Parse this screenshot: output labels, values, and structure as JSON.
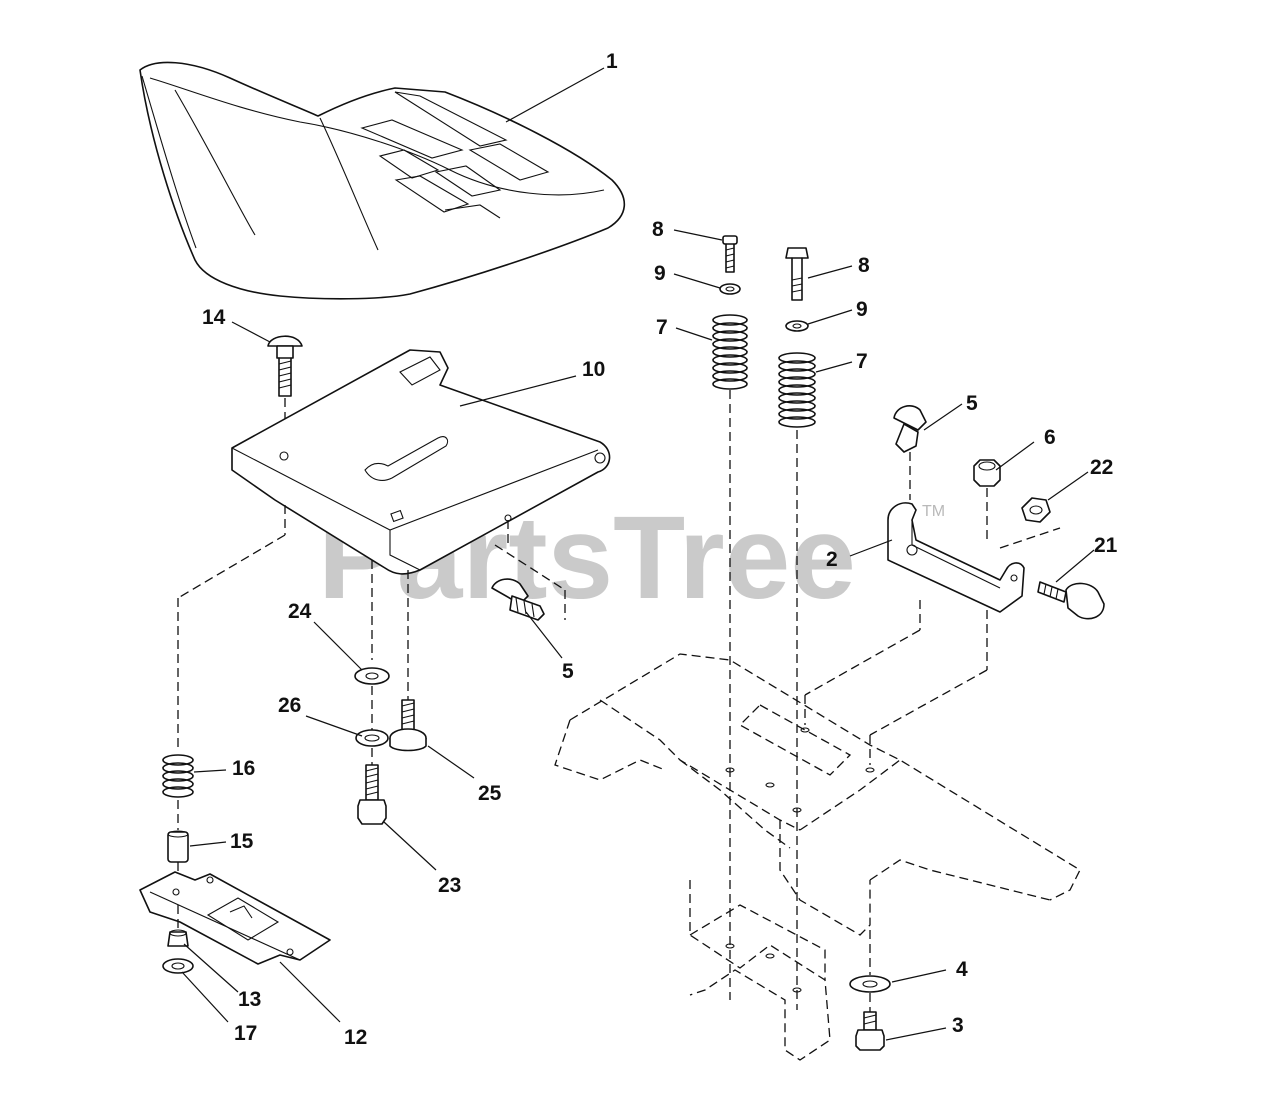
{
  "watermark": {
    "brand": "PartsTree",
    "trademark": "TM"
  },
  "callouts": [
    {
      "id": "c1",
      "label": "1"
    },
    {
      "id": "c14",
      "label": "14"
    },
    {
      "id": "c10",
      "label": "10"
    },
    {
      "id": "c8a",
      "label": "8"
    },
    {
      "id": "c9a",
      "label": "9"
    },
    {
      "id": "c7a",
      "label": "7"
    },
    {
      "id": "c8b",
      "label": "8"
    },
    {
      "id": "c9b",
      "label": "9"
    },
    {
      "id": "c7b",
      "label": "7"
    },
    {
      "id": "c5a",
      "label": "5"
    },
    {
      "id": "c6",
      "label": "6"
    },
    {
      "id": "c22",
      "label": "22"
    },
    {
      "id": "c2",
      "label": "2"
    },
    {
      "id": "c21",
      "label": "21"
    },
    {
      "id": "c5b",
      "label": "5"
    },
    {
      "id": "c24",
      "label": "24"
    },
    {
      "id": "c26",
      "label": "26"
    },
    {
      "id": "c25",
      "label": "25"
    },
    {
      "id": "c16",
      "label": "16"
    },
    {
      "id": "c15",
      "label": "15"
    },
    {
      "id": "c23",
      "label": "23"
    },
    {
      "id": "c13",
      "label": "13"
    },
    {
      "id": "c17",
      "label": "17"
    },
    {
      "id": "c12",
      "label": "12"
    },
    {
      "id": "c4",
      "label": "4"
    },
    {
      "id": "c3",
      "label": "3"
    }
  ]
}
